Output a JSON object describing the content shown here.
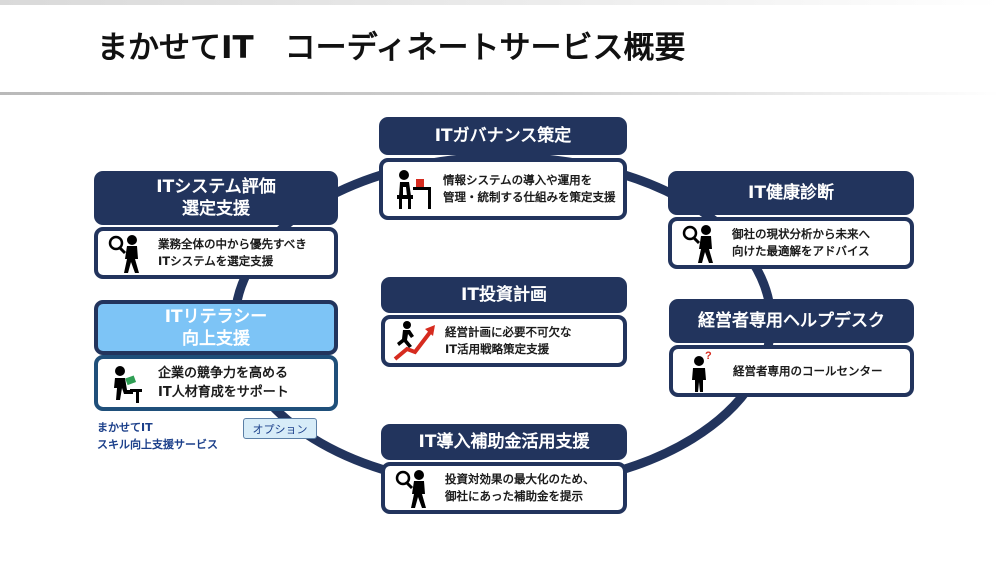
{
  "page": {
    "title": "まかせてIT　コーディネートサービス概要"
  },
  "cards": {
    "governance": {
      "title": "ITガバナンス策定",
      "lines": [
        "情報システムの導入や運用を",
        "管理・統制する仕組みを策定支援"
      ]
    },
    "health": {
      "title": "IT健康診断",
      "lines": [
        "御社の現状分析から未来へ",
        "向けた最適解をアドバイス"
      ]
    },
    "system_eval": {
      "title_lines": [
        "ITシステム評価",
        "選定支援"
      ],
      "lines": [
        "業務全体の中から優先すべき",
        "ITシステムを選定支援"
      ]
    },
    "investment": {
      "title": "IT投資計画",
      "lines": [
        "経営計画に必要不可欠な",
        "IT活用戦略策定支援"
      ]
    },
    "helpdesk": {
      "title": "経営者専用ヘルプデスク",
      "lines": [
        "経営者専用のコールセンター"
      ]
    },
    "literacy": {
      "title_lines": [
        "ITリテラシー",
        "向上支援"
      ],
      "lines": [
        "企業の競争力を高める",
        "IT人材育成をサポート"
      ]
    },
    "subsidy": {
      "title": "IT導入補助金活用支援",
      "lines": [
        "投資対効果の最大化のため、",
        "御社にあった補助金を提示"
      ]
    }
  },
  "side_note": {
    "lines": [
      "まかせてIT",
      "スキル向上支援サービス"
    ]
  },
  "option_button": {
    "label": "オプション"
  },
  "icons": {
    "governance": "person-at-desk-icon",
    "health": "magnifier-person-icon",
    "system_eval": "magnifier-person-icon",
    "investment": "running-growth-chart-icon",
    "helpdesk": "question-person-icon",
    "literacy": "person-reading-icon",
    "subsidy": "magnifier-person-icon"
  },
  "colors": {
    "navy": "#22345d",
    "highlight": "#7dc4f6",
    "accent_red": "#d62b1f",
    "option_bg": "#d7ecf8",
    "note_text": "#1b3f8a"
  }
}
